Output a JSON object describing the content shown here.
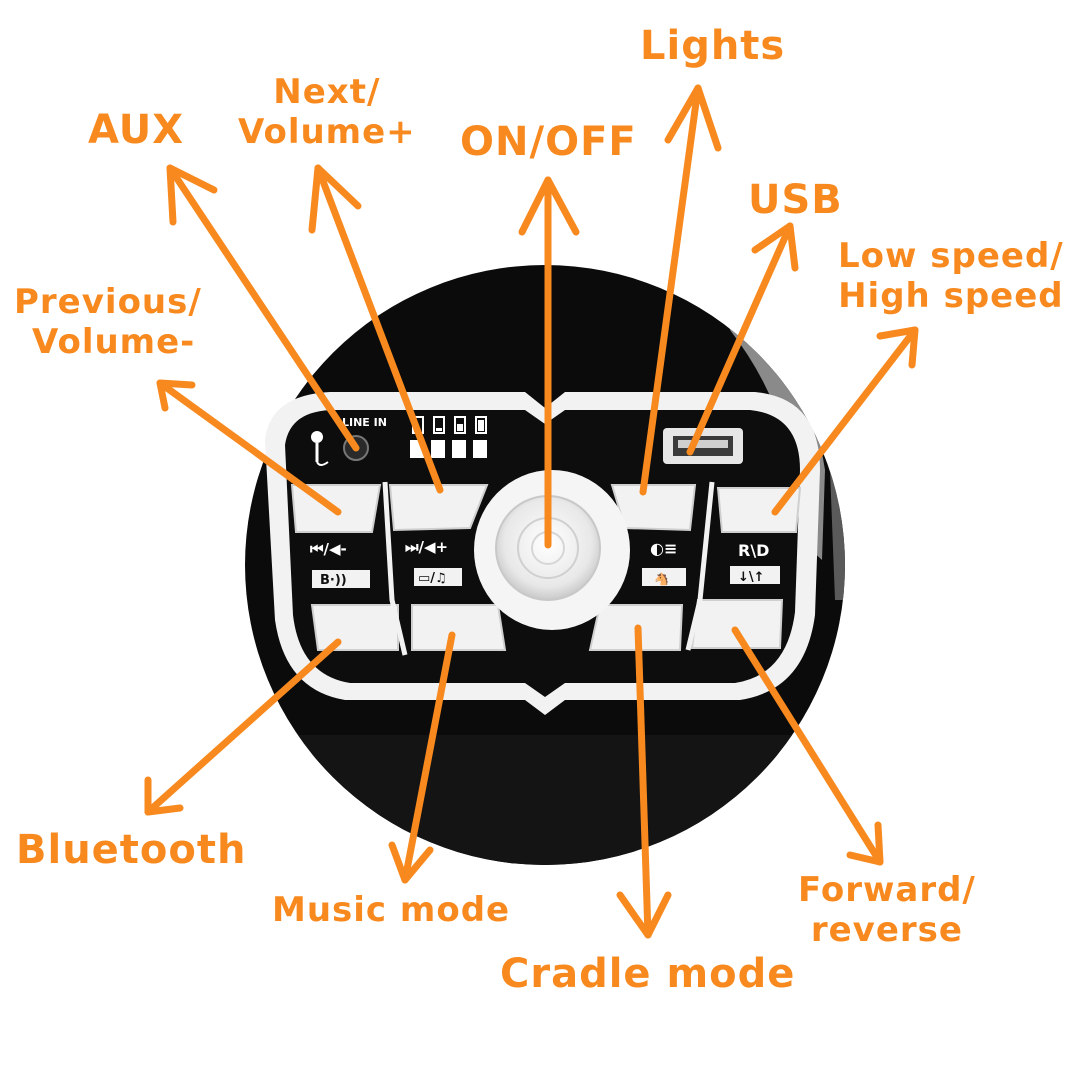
{
  "colors": {
    "accent": "#f7891e",
    "panel_black": "#0b0b0b",
    "button_white": "#f2f2f2"
  },
  "callouts": {
    "lights": "Lights",
    "aux": "AUX",
    "next_volume_1": "Next/",
    "next_volume_2": "Volume+",
    "on_off": "ON/OFF",
    "usb": "USB",
    "speed_1": "Low speed/",
    "speed_2": "High speed",
    "previous_1": "Previous/",
    "previous_2": "Volume-",
    "bluetooth": "Bluetooth",
    "music_mode": "Music mode",
    "cradle_mode": "Cradle mode",
    "forward_1": "Forward/",
    "forward_2": "reverse"
  },
  "panel": {
    "line_in": "LINE IN",
    "prev_symbol": "⏮/◀-",
    "next_symbol": "⏭/◀+",
    "bluetooth_symbol": "B·))",
    "music_symbol": "▭/♫",
    "lights_symbol": "◐≡",
    "cradle_symbol": "🐴",
    "speed_symbol": "R\\D",
    "direction_symbol": "↓\\↑"
  },
  "icons": [
    "microphone-icon",
    "battery-level-icon",
    "usb-port-icon",
    "power-button-icon"
  ]
}
